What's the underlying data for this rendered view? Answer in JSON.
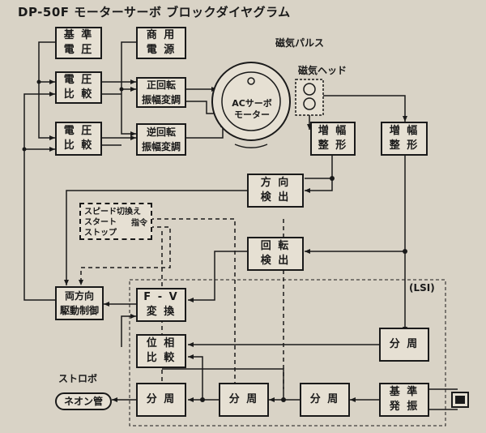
{
  "title": "DP-50F モーターサーボ ブロックダイヤグラム",
  "boxes": {
    "ref_voltage": [
      "基 準",
      "電 圧"
    ],
    "commercial_power": [
      "商 用",
      "電 源"
    ],
    "volt_compare_1": [
      "電 圧",
      "比 較"
    ],
    "fwd_mod": [
      "正回転",
      "振幅変調"
    ],
    "volt_compare_2": [
      "電 圧",
      "比 較"
    ],
    "rev_mod": [
      "逆回転",
      "振幅変調"
    ],
    "amp_shape_1": [
      "増 幅",
      "整 形"
    ],
    "amp_shape_2": [
      "増 幅",
      "整 形"
    ],
    "direction_detect": [
      "方 向",
      "検 出"
    ],
    "rotation_detect": [
      "回 転",
      "検 出"
    ],
    "bidir_drive": [
      "両方向",
      "駆動制御"
    ],
    "fv_convert": [
      "F - V",
      "変 換"
    ],
    "phase_compare": [
      "位 相",
      "比 較"
    ],
    "divider_right": [
      "分 周"
    ],
    "divider_1": [
      "分 周"
    ],
    "divider_2": [
      "分 周"
    ],
    "divider_3": [
      "分 周"
    ],
    "ref_osc": [
      "基 準",
      "発 振"
    ]
  },
  "speed_box": {
    "lines": [
      "スピード切換え",
      "スタート",
      "ストップ"
    ],
    "tag": "指令"
  },
  "motor_label": [
    "ACサーボ",
    "モーター"
  ],
  "labels": {
    "magnetic_pulse": "磁気パルス",
    "magnetic_head": "磁気ヘッド",
    "lsi": "(LSI)",
    "strobo": "ストロボ",
    "neon": "ネオン管"
  }
}
